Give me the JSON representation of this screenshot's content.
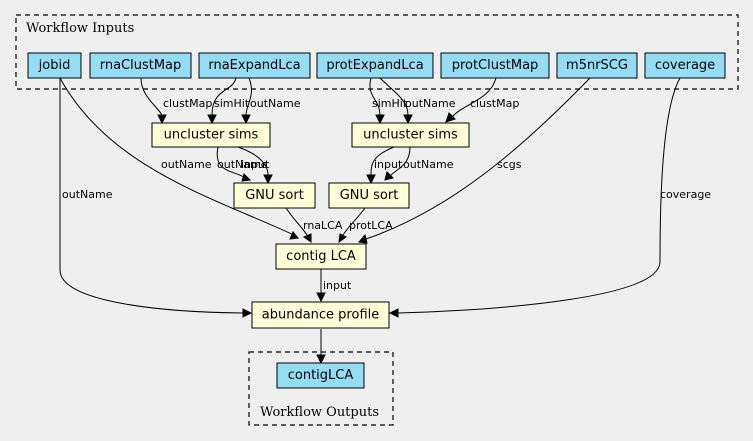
{
  "clusters": {
    "inputs": "Workflow Inputs",
    "outputs": "Workflow Outputs"
  },
  "nodes": {
    "jobid": "jobid",
    "rnaClustMap": "rnaClustMap",
    "rnaExpandLca": "rnaExpandLca",
    "protExpandLca": "protExpandLca",
    "protClustMap": "protClustMap",
    "m5nrSCG": "m5nrSCG",
    "coverage": "coverage",
    "unclusterRna": "uncluster sims",
    "unclusterProt": "uncluster sims",
    "sortRna": "GNU sort",
    "sortProt": "GNU sort",
    "contigLca": "contig LCA",
    "abundance": "abundance profile",
    "contigLCA": "contigLCA"
  },
  "edges": {
    "rnaClustMap_unclusterRna": "clustMap",
    "rnaExpandLca_unclusterRna_simHit": "simHit",
    "rnaExpandLca_unclusterRna_outName": "outName",
    "protExpandLca_unclusterProt_simHit": "simHit",
    "protExpandLca_unclusterProt_outName": "outName",
    "protClustMap_unclusterProt": "clustMap",
    "jobid_contigLca": "outName",
    "unclusterRna_sortRna_outName": "outName",
    "unclusterRna_sortRna_input": "input",
    "unclusterProt_sortProt_input": "input",
    "unclusterProt_sortProt_outName": "outName",
    "m5nrSCG_contigLca": "scgs",
    "jobid_abundance": "outName",
    "coverage_abundance": "coverage",
    "sortRna_contigLca": "rnaLCA",
    "sortProt_contigLca": "protLCA",
    "contigLca_abundance": "input"
  }
}
